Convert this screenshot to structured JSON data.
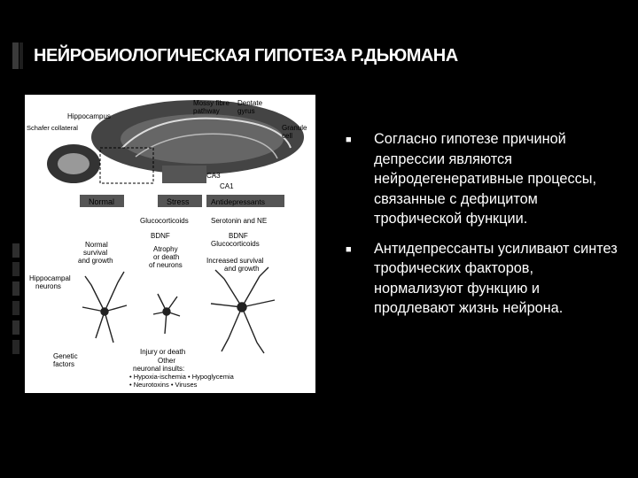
{
  "slide": {
    "title": "НЕЙРОБИОЛОГИЧЕСКАЯ ГИПОТЕЗА Р.ДЬЮМАНА",
    "bullets": [
      "Согласно гипотезе причиной депрессии являются нейродегенеративные процессы, связанные с дефицитом трофической функции.",
      "Антидепрессанты усиливают синтез трофических факторов, нормализуют функцию и продлевают жизнь нейрона."
    ]
  },
  "diagram": {
    "labels": {
      "mossy": "Mossy fibre",
      "pathway": "pathway",
      "dentate1": "Dentate",
      "dentate2": "gyrus",
      "hippocampus": "Hippocampus",
      "schaffer": "Schafer collateral",
      "granule1": "Granule",
      "granule2": "cell",
      "ca3": "CA3",
      "ca1": "CA1",
      "normal": "Normal",
      "stress": "Stress",
      "antidepressants": "Antidepressants",
      "gluco1": "Glucocorticoids",
      "serotonin": "Serotonin and NE",
      "bdnf1": "BDNF",
      "bdnf2": "BDNF",
      "gluco2": "Glucocorticoids",
      "normal_survival1": "Normal",
      "normal_survival2": "survival",
      "normal_survival3": "and growth",
      "atrophy1": "Atrophy",
      "atrophy2": "or death",
      "atrophy3": "of neurons",
      "increased1": "Increased survival",
      "increased2": "and growth",
      "hippocampal1": "Hippocampal",
      "hippocampal2": "neurons",
      "genetic1": "Genetic",
      "genetic2": "factors",
      "injury": "Injury or death",
      "other1": "Other",
      "other2": "neuronal insults:",
      "insult1": "• Hypoxia-ischemia  • Hypoglycemia",
      "insult2": "• Neurotoxins  • Viruses"
    }
  }
}
